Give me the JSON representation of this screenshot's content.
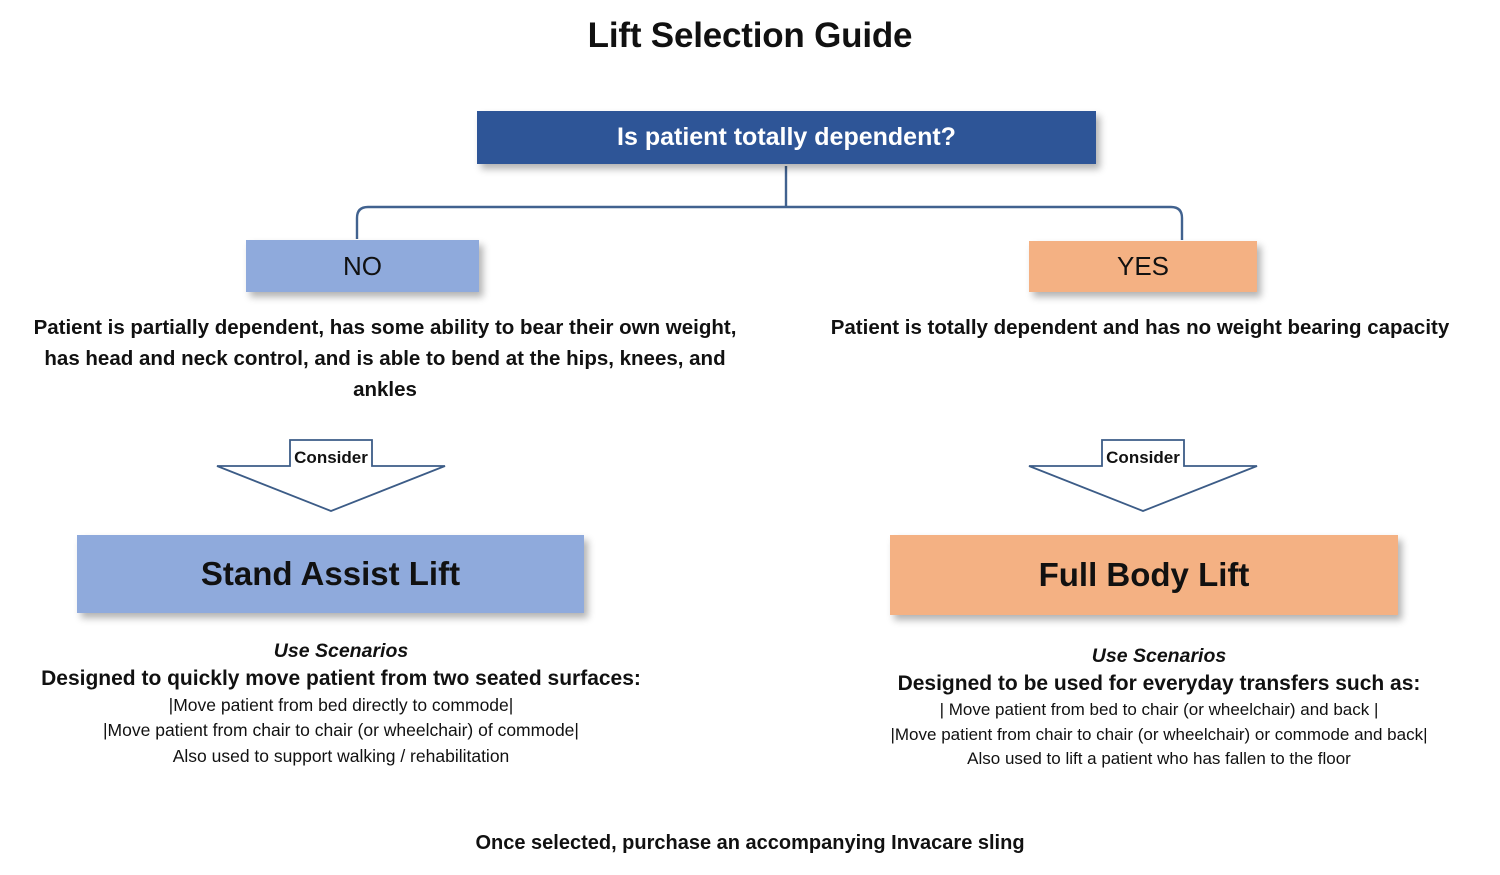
{
  "title": "Lift Selection Guide",
  "question": {
    "label": "Is patient totally dependent?",
    "fill_color": "#2E5597",
    "text_color": "#FFFFFF"
  },
  "branches": {
    "no": {
      "answer_label": "NO",
      "answer_fill_color": "#8FAADC",
      "description": "Patient is partially dependent, has some ability to bear their own weight, has head and neck control, and is able to bend at the hips, knees, and ankles",
      "consider_label": "Consider",
      "outcome_label": "Stand Assist Lift",
      "outcome_fill_color": "#8FAADC",
      "scenarios_heading": "Use Scenarios",
      "scenarios_lead": "Designed to quickly move patient from two seated surfaces:",
      "scenario_lines": [
        "|Move patient from bed directly to commode|",
        "|Move patient from chair to chair (or wheelchair) of commode|",
        "Also used to support walking / rehabilitation"
      ]
    },
    "yes": {
      "answer_label": "YES",
      "answer_fill_color": "#F4B183",
      "description": "Patient is totally dependent and has no weight bearing capacity",
      "consider_label": "Consider",
      "outcome_label": "Full Body Lift",
      "outcome_fill_color": "#F4B183",
      "scenarios_heading": "Use Scenarios",
      "scenarios_lead": "Designed to be used for everyday transfers such as:",
      "scenario_lines": [
        "| Move patient from bed to chair (or wheelchair) and back |",
        "|Move patient from chair to chair (or wheelchair) or commode and back|",
        "Also used to lift a patient who has fallen to the floor"
      ]
    }
  },
  "connector": {
    "line_color": "#41628F"
  },
  "footer": {
    "note": "Once selected, purchase an accompanying Invacare sling"
  }
}
